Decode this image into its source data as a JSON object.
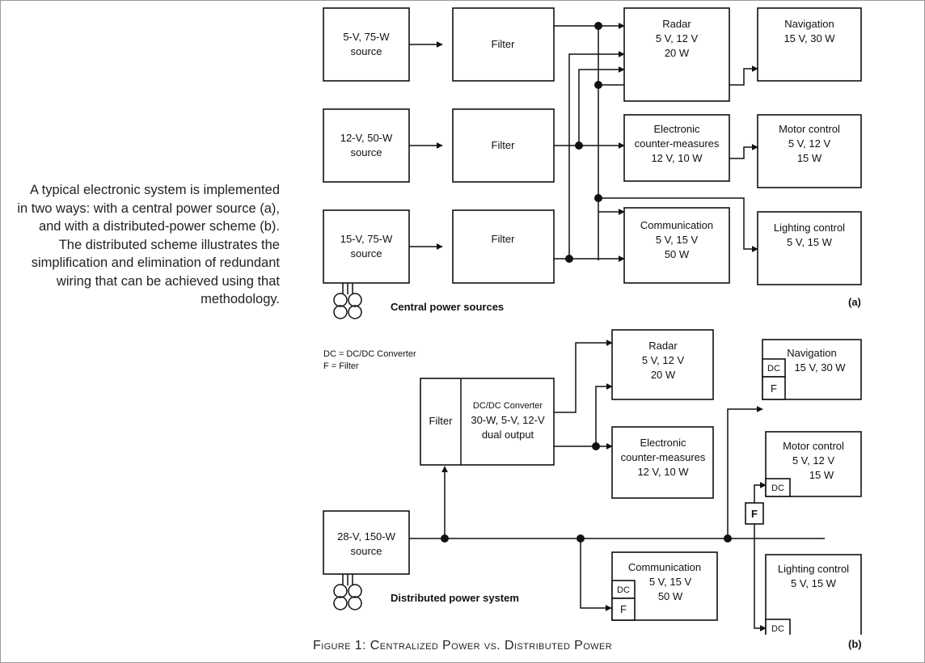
{
  "caption": "A typical electronic system is implemented in two ways: with a central power source (a), and with a distributed-power scheme (b). The distributed scheme illustrates the simplification and elimination of redundant wiring that can be achieved using that methodology.",
  "figure_title": "Figure 1: Centralized Power vs. Distributed Power",
  "diagram_a": {
    "label": "Central power sources",
    "panel_tag": "(a)",
    "sources": [
      {
        "line1": "5-V, 75-W",
        "line2": "source"
      },
      {
        "line1": "12-V, 50-W",
        "line2": "source"
      },
      {
        "line1": "15-V, 75-W",
        "line2": "source"
      }
    ],
    "filter": "Filter",
    "loads": {
      "radar": [
        "Radar",
        "5 V, 12 V",
        "20 W"
      ],
      "ecm": [
        "Electronic",
        "counter-measures",
        "12 V, 10 W"
      ],
      "communication": [
        "Communication",
        "5 V, 15 V",
        "50 W"
      ],
      "navigation": [
        "Navigation",
        "15 V, 30 W"
      ],
      "motor": [
        "Motor control",
        "5 V, 12 V",
        "15 W"
      ],
      "lighting": [
        "Lighting control",
        "5 V, 15 W"
      ]
    }
  },
  "diagram_b": {
    "label": "Distributed power system",
    "panel_tag": "(b)",
    "legend": [
      "DC = DC/DC Converter",
      "F =  Filter"
    ],
    "source": {
      "line1": "28-V, 150-W",
      "line2": "source"
    },
    "converter": {
      "filter": "Filter",
      "lines": [
        "DC/DC Converter",
        "30-W, 5-V, 12-V",
        "dual output"
      ]
    },
    "loads": {
      "radar": [
        "Radar",
        "5 V, 12 V",
        "20 W"
      ],
      "ecm": [
        "Electronic",
        "counter-measures",
        "12 V, 10 W"
      ],
      "communication": [
        "Communication",
        "5 V, 15 V",
        "50 W"
      ],
      "navigation": [
        "Navigation",
        "15 V, 30 W"
      ],
      "motor": [
        "Motor control",
        "5 V, 12 V",
        "15 W"
      ],
      "lighting": [
        "Lighting control",
        "5 V, 15 W"
      ]
    },
    "tag_dc": "DC",
    "tag_f": "F"
  }
}
